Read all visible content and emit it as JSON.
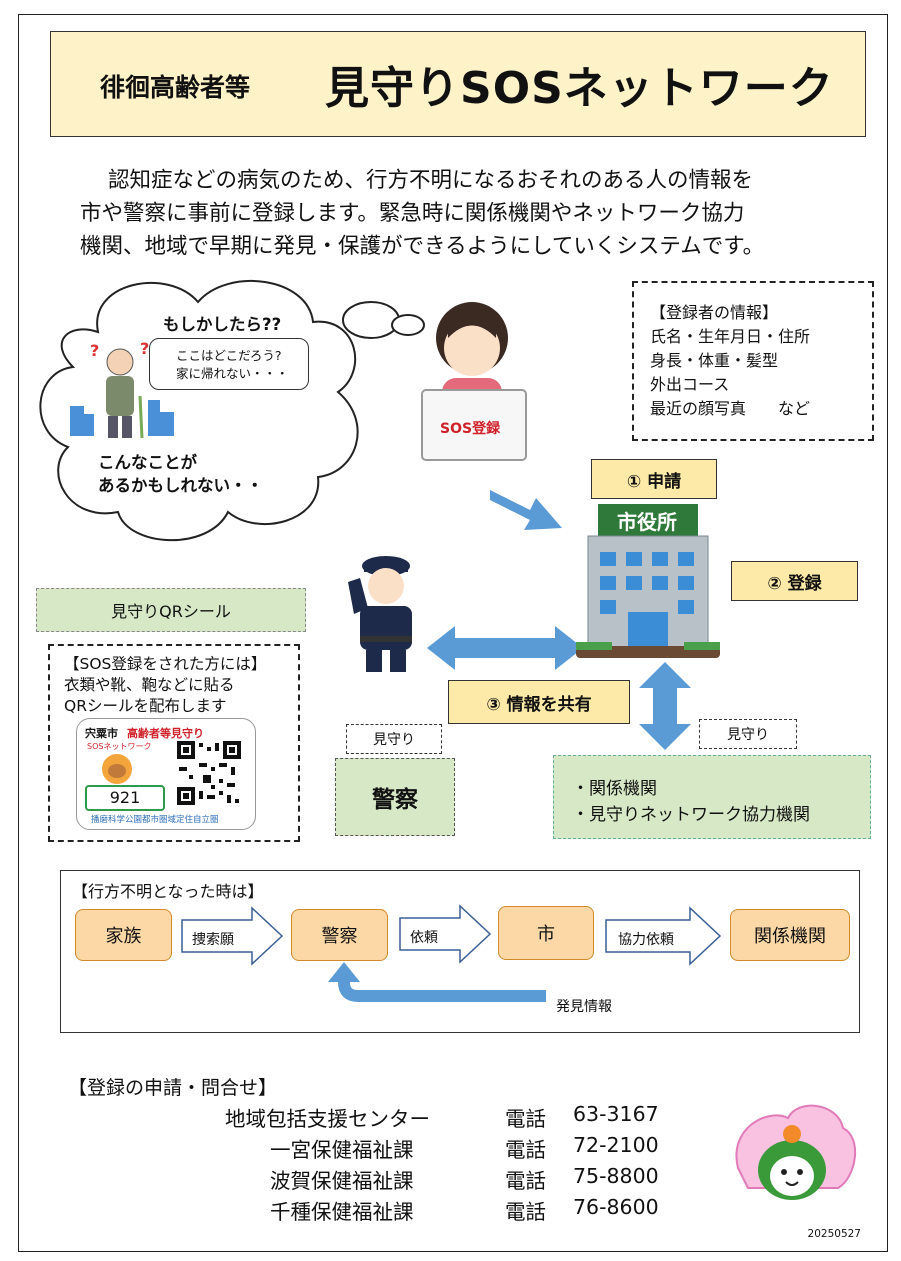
{
  "title": {
    "prefix": "徘徊高齢者等",
    "main": "見守りSOSネットワーク"
  },
  "intro": [
    "認知症などの病気のため、行方不明になるおそれのある人の情報を",
    "市や警察に事前に登録します。緊急時に関係機関やネットワーク協力",
    "機関、地域で早期に発見・保護ができるようにしていくシステムです。"
  ],
  "cloud": {
    "thought_top": "もしかしたら??",
    "speech": [
      "ここはどこだろう?",
      "家に帰れない・・・"
    ],
    "thought_bottom": [
      "こんなことが",
      "あるかもしれない・・"
    ]
  },
  "sign_text": "SOS登録",
  "registrant_info": {
    "heading": "【登録者の情報】",
    "lines": [
      "氏名・生年月日・住所",
      "身長・体重・髪型",
      "外出コース",
      "最近の顔写真　　など"
    ]
  },
  "steps": {
    "apply": "① 申請",
    "register": "② 登録",
    "share": "③ 情報を共有"
  },
  "city_hall_sign": "市役所",
  "qr": {
    "label": "見守りQRシール",
    "text": [
      "【SOS登録をされた方には】",
      "衣類や靴、鞄などに貼る",
      "QRシールを配布します"
    ],
    "sticker_city": "宍粟市",
    "sticker_title": "高齢者等見守り",
    "sticker_network": "SOSネットワーク",
    "sticker_number": "921",
    "sticker_footer": "播磨科学公園都市圏域定住自立圏"
  },
  "mimamori_label": "見守り",
  "police_label": "警察",
  "partners": [
    "・関係機関",
    "・見守りネットワーク協力機関"
  ],
  "missing": {
    "heading": "【行方不明となった時は】",
    "nodes": [
      "家族",
      "警察",
      "市",
      "関係機関"
    ],
    "arrows": [
      "捜索願",
      "依頼",
      "協力依頼"
    ],
    "return_label": "発見情報"
  },
  "contact": {
    "heading": "【登録の申請・問合せ】",
    "rows": [
      {
        "name": "地域包括支援センター",
        "label": "電話",
        "phone": "63-3167"
      },
      {
        "name": "一宮保健福祉課",
        "label": "電話",
        "phone": "72-2100"
      },
      {
        "name": "波賀保健福祉課",
        "label": "電話",
        "phone": "75-8800"
      },
      {
        "name": "千種保健福祉課",
        "label": "電話",
        "phone": "76-8600"
      }
    ]
  },
  "date_code": "20250527",
  "colors": {
    "title_bg": "#fdf2c8",
    "label_bg": "#fdeaa8",
    "green": "#d6e8c6",
    "arrow_blue": "#5b9bd5",
    "flow_node": "#fbd8a6"
  }
}
